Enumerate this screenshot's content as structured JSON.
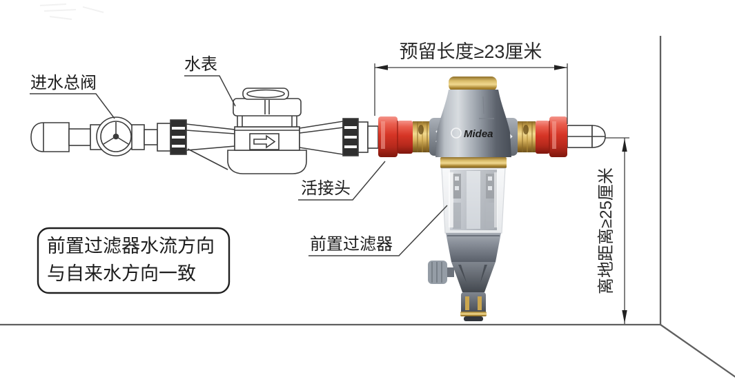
{
  "labels": {
    "inlet_valve": "进水总阀",
    "water_meter": "水表",
    "union": "活接头",
    "prefilter": "前置过滤器"
  },
  "dimensions": {
    "reserved_length": "预留长度≥23厘米",
    "ground_clearance": "离地距离≥25厘米"
  },
  "note": {
    "line1": "前置过滤器水流方向",
    "line2": "与自来水方向一致"
  },
  "brand": {
    "name": "Midea"
  },
  "icons": {
    "meter_flow_arrow": "right-arrow",
    "port_flow_arrows": "right-chevron"
  },
  "colors": {
    "union_red": "#d63526",
    "brass": "#d9b560",
    "filter_metal": "#9aa1aa",
    "gold_trim": "#d9bc6a",
    "line_drawing": "#3c3c3c",
    "wall_line": "#5f5f5f",
    "background": "#ffffff"
  }
}
